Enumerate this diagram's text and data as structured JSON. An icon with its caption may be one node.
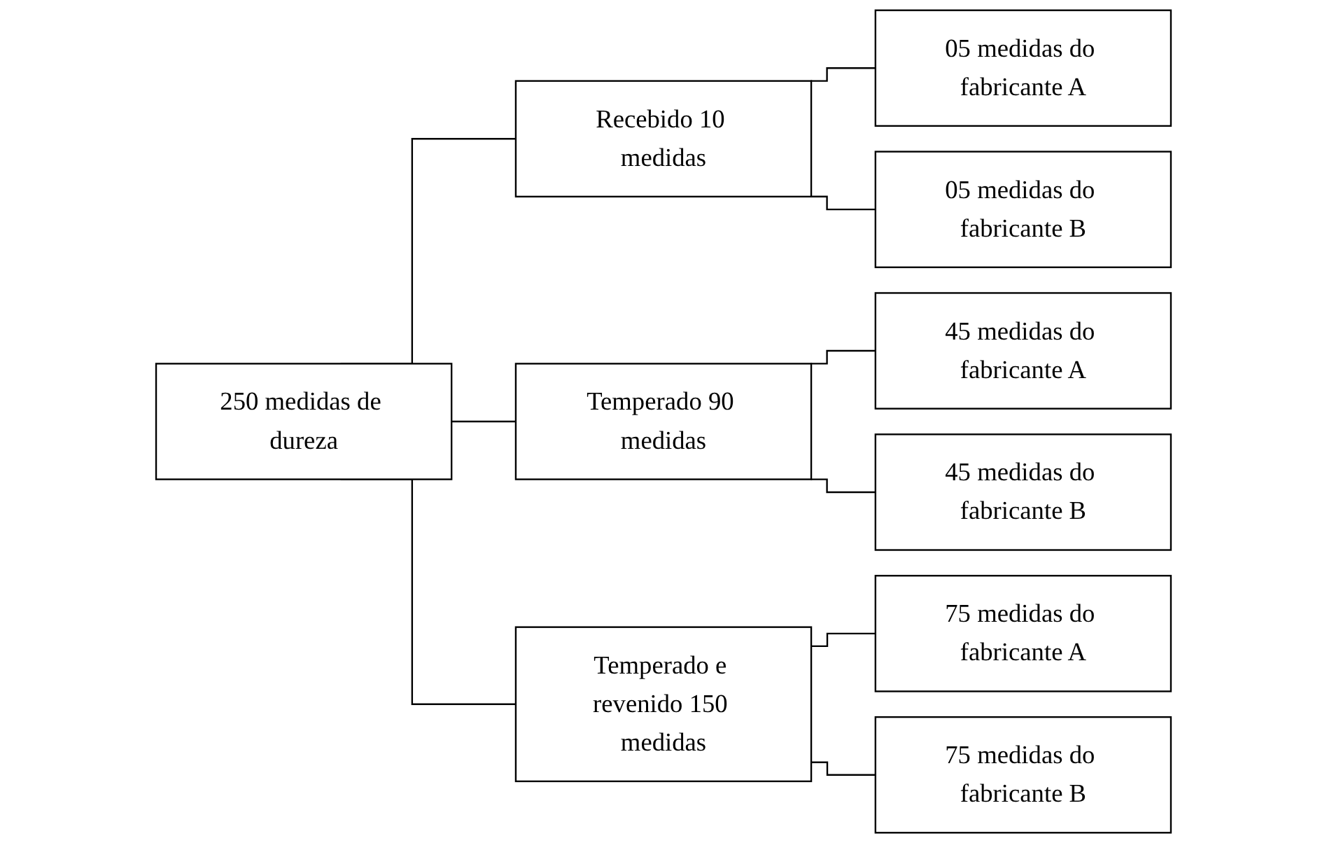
{
  "diagram": {
    "nodes": [
      {
        "text": [
          "250 medidas de dureza"
        ]
      },
      {
        "text": [
          "Recebido 10 medidas"
        ]
      },
      {
        "text": [
          "05 medidas do fabricante A"
        ]
      },
      {
        "text": [
          "05 medidas do fabricante B"
        ]
      },
      {
        "text": [
          "Temperado 90 medidas"
        ]
      },
      {
        "text": [
          "45 medidas do fabricante A"
        ]
      },
      {
        "text": [
          "45 medidas do fabricante B"
        ]
      },
      {
        "text": [
          "Temperado e revenido 150 medidas"
        ]
      },
      {
        "text": [
          "75 medidas do fabricante A"
        ]
      },
      {
        "text": [
          "75 medidas do fabricante B"
        ]
      }
    ],
    "edges": [
      {
        "from": 0,
        "to": 1,
        "arrow": "none"
      },
      {
        "from": 1,
        "to": 2,
        "arrow": "none"
      },
      {
        "from": 1,
        "to": 3,
        "arrow": "none"
      },
      {
        "from": 0,
        "to": 4,
        "arrow": "none"
      },
      {
        "from": 4,
        "to": 5,
        "arrow": "none"
      },
      {
        "from": 4,
        "to": 6,
        "arrow": "none"
      },
      {
        "from": 0,
        "to": 7,
        "arrow": "none"
      },
      {
        "from": 7,
        "to": 8,
        "arrow": "none"
      },
      {
        "from": 7,
        "to": 9,
        "arrow": "none"
      }
    ]
  }
}
